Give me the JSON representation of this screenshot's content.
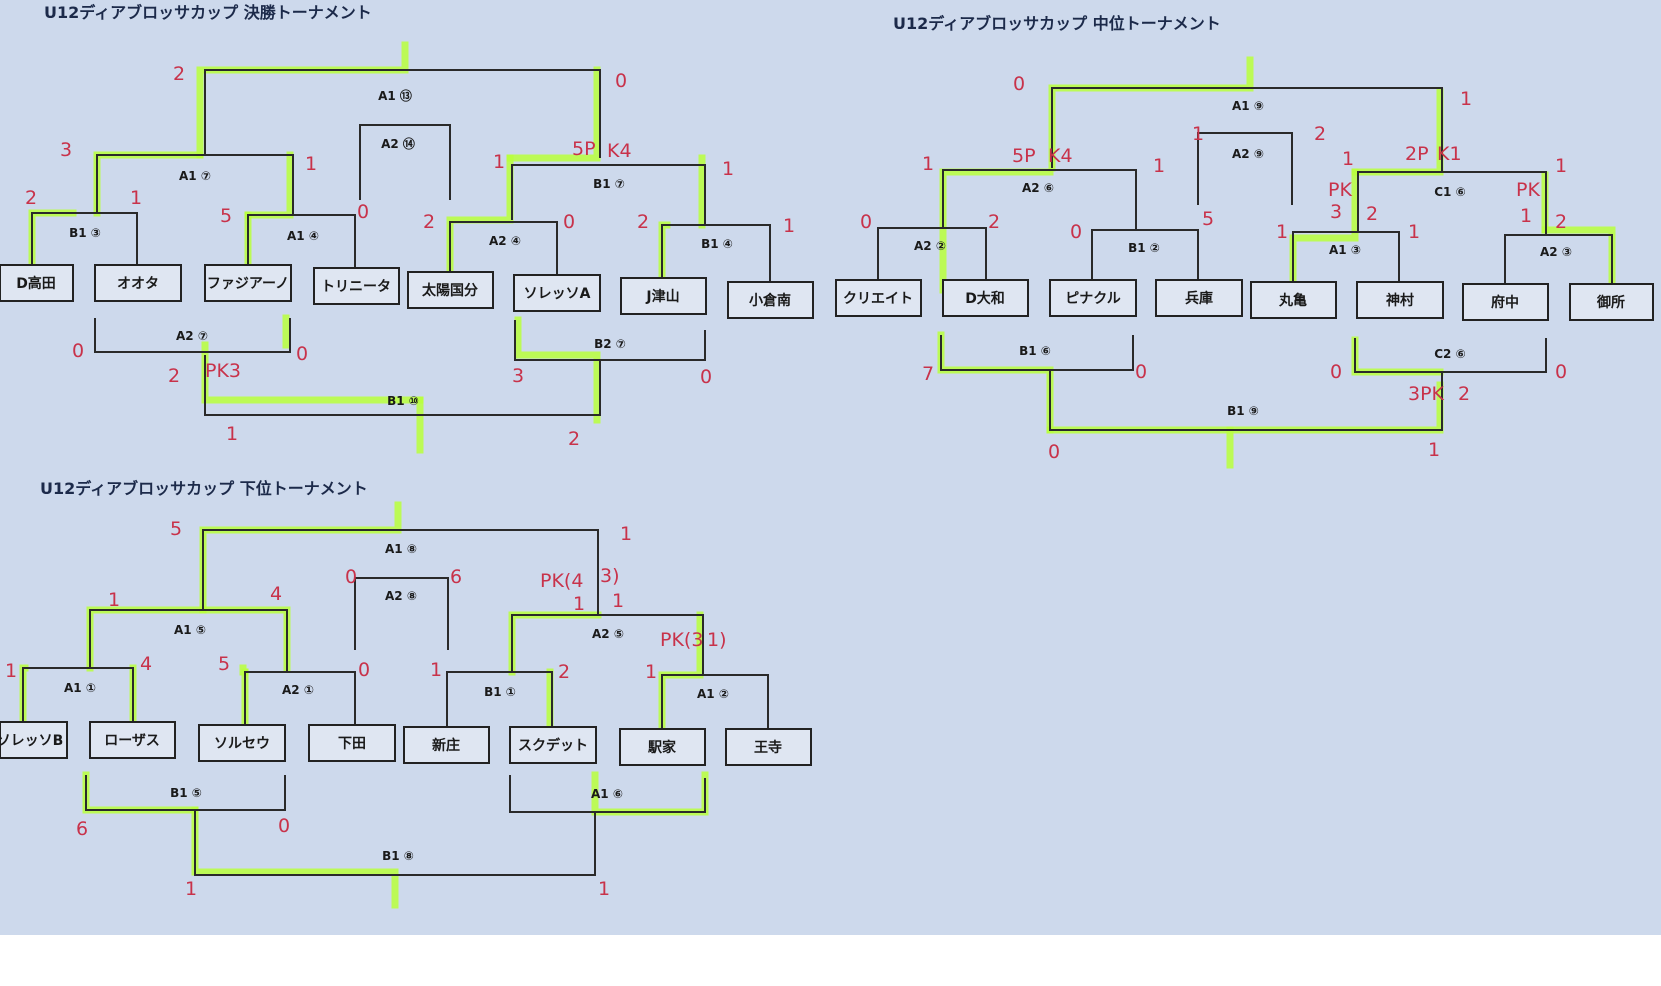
{
  "titles": {
    "final": "U12ディアブロッサカップ 決勝トーナメント",
    "middle": "U12ディアブロッサカップ 中位トーナメント",
    "lower": "U12ディアブロッサカップ 下位トーナメント"
  },
  "colors": {
    "paper": "#cdd9ec",
    "highlight": "#b9ff3c",
    "pen": "#c8324a",
    "line": "#2a2a2a"
  },
  "final": {
    "teams": [
      "D高田",
      "オオタ",
      "ファジアーノ",
      "トリニータ",
      "太陽国分",
      "ソレッソA",
      "J津山",
      "小倉南"
    ],
    "matches": [
      "A1 ⑬",
      "A2 ⑭",
      "A1 ⑦",
      "B1 ⑦",
      "B1 ③",
      "A1 ④",
      "A2 ④",
      "B1 ④",
      "A2 ⑦",
      "B2 ⑦",
      "B1 ⑩"
    ],
    "scores": [
      "2",
      "0",
      "3",
      "1",
      "1",
      "5P",
      "K4",
      "1",
      "2",
      "1",
      "5",
      "0",
      "2",
      "0",
      "2",
      "1",
      "0",
      "0",
      "2",
      "PK3",
      "3",
      "0",
      "1",
      "2"
    ]
  },
  "middle": {
    "teams": [
      "クリエイト",
      "D大和",
      "ピナクル",
      "兵庫",
      "丸亀",
      "神村",
      "府中",
      "御所"
    ],
    "matches": [
      "A1 ⑨",
      "A2 ⑨",
      "A2 ⑥",
      "C1 ⑥",
      "A2 ②",
      "B1 ②",
      "A1 ③",
      "A2 ③",
      "B1 ⑥",
      "C2 ⑥",
      "B1 ⑨"
    ],
    "scores": [
      "0",
      "1",
      "5P",
      "K4",
      "1",
      "1",
      "2",
      "1",
      "1",
      "2P",
      "K1",
      "1",
      "0",
      "2",
      "0",
      "5",
      "PK",
      "3",
      "2",
      "1",
      "PK",
      "1",
      "2",
      "1",
      "7",
      "0",
      "0",
      "0",
      "3PK",
      "2",
      "0",
      "1"
    ]
  },
  "lower": {
    "teams": [
      "ソレッソB",
      "ローザス",
      "ソルセウ",
      "下田",
      "新庄",
      "スクデット",
      "駅家",
      "王寺"
    ],
    "matches": [
      "A1 ⑧",
      "A2 ⑧",
      "A1 ⑤",
      "A2 ⑤",
      "A1 ①",
      "A2 ①",
      "B1 ①",
      "A1 ②",
      "B1 ⑤",
      "A1 ⑥",
      "B1 ⑧"
    ],
    "scores": [
      "5",
      "1",
      "1",
      "4",
      "0",
      "6",
      "PK(4",
      "3)",
      "1",
      "1",
      "1",
      "4",
      "5",
      "0",
      "1",
      "2",
      "PK(3",
      "1)",
      "1",
      "6",
      "0",
      "1",
      "1"
    ]
  }
}
